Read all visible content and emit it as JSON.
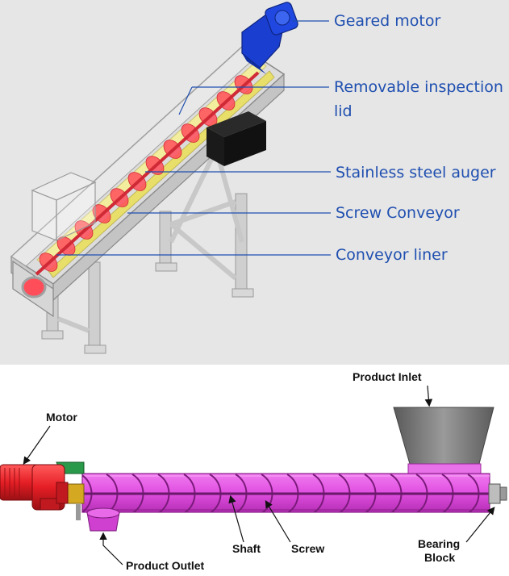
{
  "top_diagram": {
    "labels": {
      "geared_motor": "Geared motor",
      "inspection_lid_line1": "Removable inspection",
      "inspection_lid_line2": "lid",
      "auger": "Stainless steel auger",
      "screw_conveyor": "Screw Conveyor",
      "liner": "Conveyor liner"
    },
    "colors": {
      "background": "#e6e6e6",
      "label_text": "#1f4fb0",
      "leader_line": "#1f4fb0",
      "motor": "#1a3fd0",
      "auger_flights": "#ff4d5a",
      "liner": "#f3ee9e",
      "gearbox": "#111111"
    }
  },
  "bottom_diagram": {
    "labels": {
      "product_inlet": "Product Inlet",
      "motor": "Motor",
      "shaft": "Shaft",
      "screw": "Screw",
      "bearing_line1": "Bearing",
      "bearing_line2": "Block",
      "product_outlet": "Product Outlet"
    },
    "colors": {
      "trough": "#e04fe0",
      "motor": "#e51e25",
      "hopper": "#7a7a7a",
      "coupling": "#d4a820",
      "guard": "#2a9a4a",
      "label_text": "#111111"
    }
  }
}
